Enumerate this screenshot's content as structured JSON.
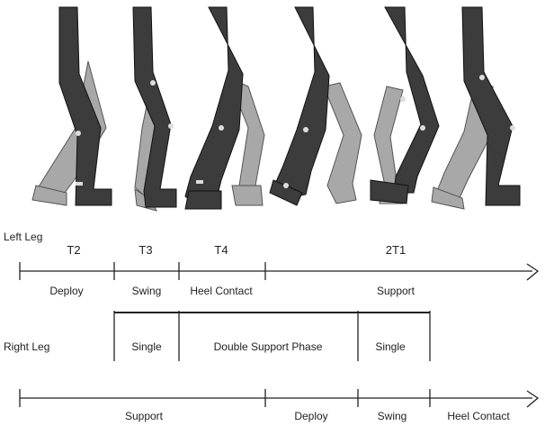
{
  "left_leg": {
    "row_label": "Left Leg",
    "phases": [
      {
        "title": "T2",
        "name": "Deploy"
      },
      {
        "title": "T3",
        "name": "Swing"
      },
      {
        "title": "T4",
        "name": "Heel Contact"
      },
      {
        "title": "2T1",
        "name": "Support"
      }
    ]
  },
  "right_leg": {
    "row_label": "Right Leg",
    "support_phases": [
      "Single",
      "Double Support Phase",
      "Single"
    ],
    "phases": [
      "Support",
      "Deploy",
      "Swing",
      "Heel Contact"
    ]
  },
  "colors": {
    "dark_leg": "#3c3c3c",
    "light_leg": "#a8a8a8",
    "line": "#222222"
  }
}
